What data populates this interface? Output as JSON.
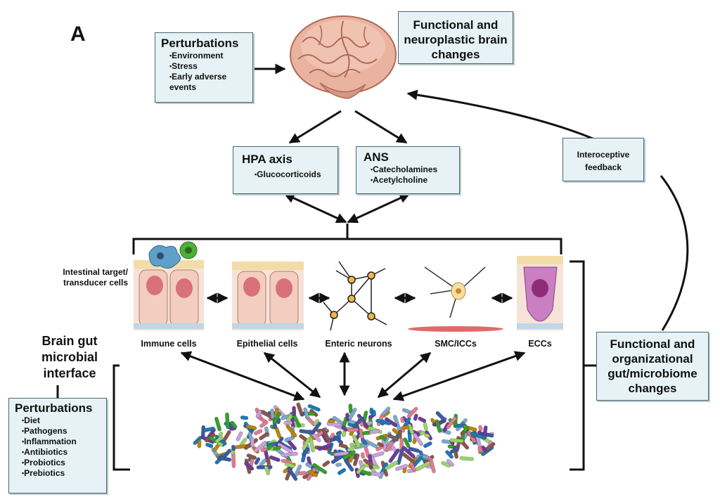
{
  "panel_label": "A",
  "brain_box": {
    "title": "Functional and neuroplastic brain changes"
  },
  "top_perturbations": {
    "title": "Perturbations",
    "items": [
      "Environment",
      "Stress",
      "Early adverse events"
    ]
  },
  "hpa": {
    "title": "HPA axis",
    "items": [
      "Glucocorticoids"
    ]
  },
  "ans": {
    "title": "ANS",
    "items": [
      "Catecholamines",
      "Acetylcholine"
    ]
  },
  "interoceptive": {
    "label": "Interoceptive feedback"
  },
  "intestinal_label": "Intestinal target/ transducer cells",
  "cells": [
    "Immune cells",
    "Epithelial cells",
    "Enteric neurons",
    "SMC/ICCs",
    "ECCs"
  ],
  "interface_label": "Brain gut microbial interface",
  "gut_box": {
    "title": "Functional and organizational gut/microbiome changes"
  },
  "bottom_perturbations": {
    "title": "Perturbations",
    "items": [
      "Diet",
      "Pathogens",
      "Inflammation",
      "Antibiotics",
      "Probiotics",
      "Prebiotics"
    ]
  },
  "colors": {
    "box_fill": "#e6f2f5",
    "box_border": "#4a6770",
    "brain": "#eab3a0",
    "tissue": "#f3d2c6",
    "microbe_palette": [
      "#6a3d9a",
      "#33a02c",
      "#1f78b4",
      "#e07b91",
      "#8c564b",
      "#7fa7c9",
      "#9ad36a",
      "#c9a0dc",
      "#3b5ba5",
      "#b8860b"
    ]
  }
}
